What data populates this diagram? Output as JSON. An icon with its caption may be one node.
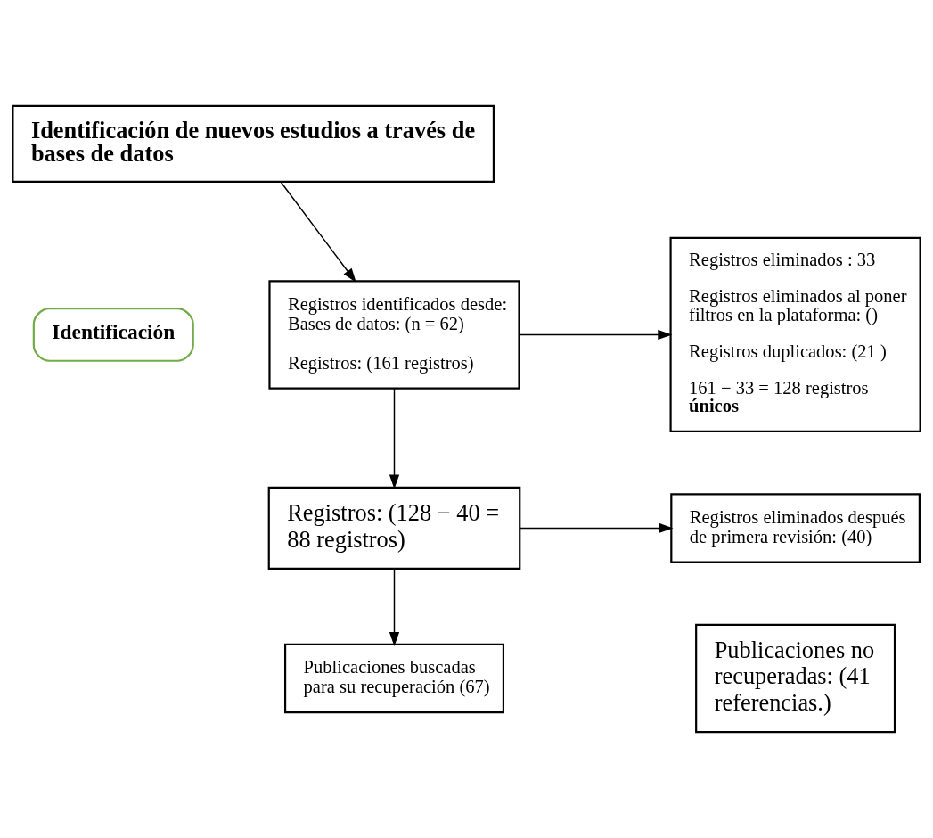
{
  "diagram": {
    "nodes": [
      {
        "text": [
          "Identificación"
        ]
      },
      {
        "text": [
          "Identificación de nuevos estudios a través de bases de datos"
        ]
      },
      {
        "text": [
          "Registros identificados desde: Bases de datos: (n = 62)",
          "Registros: (161 registros)"
        ]
      },
      {
        "text": [
          "Registros eliminados : **33**",
          "Registros eliminados al poner filtros en la plataforma: ()",
          "Registros duplicados: (2**1** )",
          "161 − 33 = **128 registros únicos**"
        ]
      },
      {
        "text": [
          "Registros: (128 − 40 = **88 registros**)"
        ]
      },
      {
        "text": [
          "Registros eliminados después de primera revisión: (40)"
        ]
      },
      {
        "text": [
          "Publicaciones buscadas para su recuperación (67)"
        ]
      },
      {
        "text": [
          "Publicaciones no recuperadas: (**41 referencias**.)"
        ]
      }
    ],
    "edges": [
      {
        "from": 1,
        "to": 2,
        "arrow": "to"
      },
      {
        "from": 2,
        "to": 3,
        "arrow": "to"
      },
      {
        "from": 2,
        "to": 4,
        "arrow": "to"
      },
      {
        "from": 4,
        "to": 5,
        "arrow": "to"
      },
      {
        "from": 4,
        "to": 6,
        "arrow": "to"
      }
    ]
  }
}
